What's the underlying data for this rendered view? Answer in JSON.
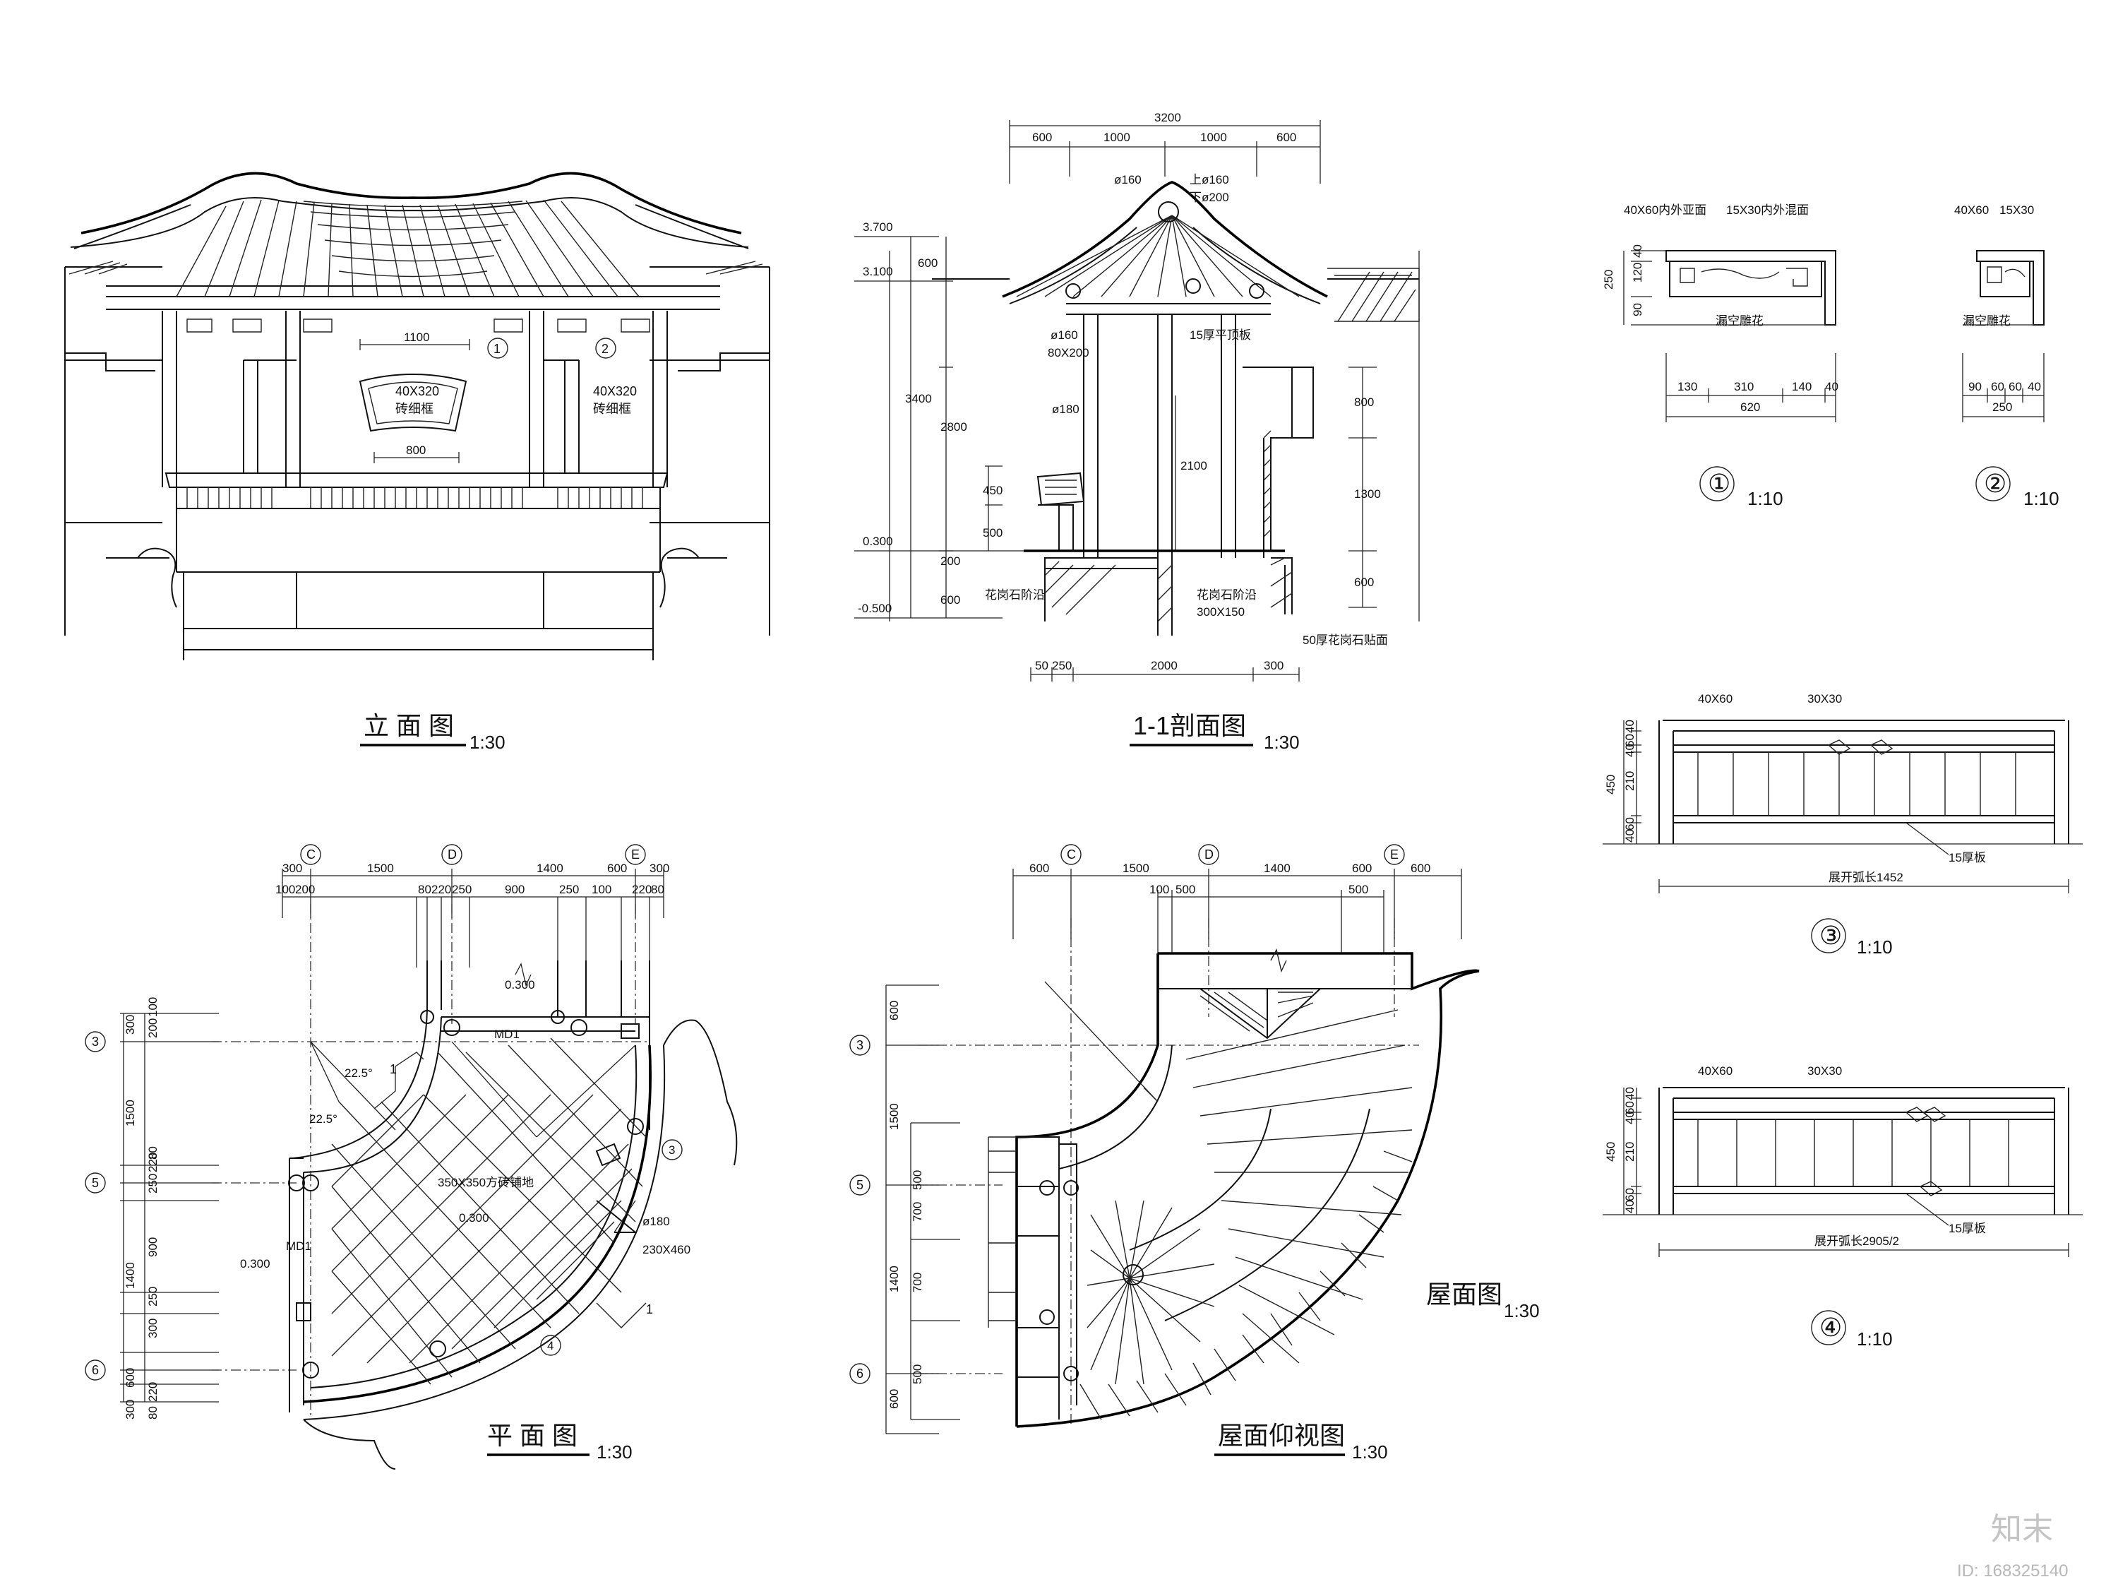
{
  "titles": {
    "elevation": "立 面 图",
    "section": "1-1剖面图",
    "plan": "平 面 图",
    "reflected_roof": "屋面仰视图",
    "roof": "屋面图"
  },
  "scales": {
    "elevation": "1:30",
    "section": "1:30",
    "plan": "1:30",
    "reflected_roof": "1:30",
    "roof": "1:30",
    "detail_1": "1:10",
    "detail_2": "1:10",
    "detail_3": "1:10",
    "detail_4": "1:10"
  },
  "detail_marks": {
    "d1": "①",
    "d2": "②",
    "d3": "③",
    "d4": "④"
  },
  "elevation": {
    "dims": [
      "1100",
      "800"
    ],
    "notes": [
      "40X320",
      "砖细框",
      "40X320",
      "砖细框"
    ],
    "callouts": [
      "1",
      "2"
    ]
  },
  "section": {
    "top_dims": [
      "3200",
      "600",
      "1000",
      "1000",
      "600"
    ],
    "levels": [
      "3.700",
      "3.100",
      "0.300",
      "-0.500"
    ],
    "left_dims": [
      "600",
      "3400",
      "2800",
      "450",
      "500",
      "200",
      "600"
    ],
    "right_dims": [
      "800",
      "1300",
      "600",
      "2100"
    ],
    "bottom_dims": [
      "50",
      "250",
      "2000",
      "300"
    ],
    "notes": [
      "ø160",
      "上ø160",
      "下ø200",
      "15厚平顶板",
      "ø160",
      "80X200",
      "ø180",
      "花岗石阶沿",
      "花岗石阶沿",
      "300X150",
      "50厚花岗石贴面"
    ]
  },
  "detail1": {
    "notes": [
      "40X60内外亚面",
      "15X30内外混面",
      "漏空雕花"
    ],
    "vdims": [
      "250",
      "40",
      "120",
      "90"
    ],
    "hdims": [
      "130",
      "310",
      "140",
      "40",
      "620"
    ]
  },
  "detail2": {
    "notes": [
      "40X60",
      "15X30",
      "漏空雕花"
    ],
    "hdims": [
      "90",
      "60",
      "60",
      "40",
      "250"
    ]
  },
  "detail3": {
    "notes": [
      "40X60",
      "30X30",
      "15厚板",
      "展开弧长1452"
    ],
    "vdims": [
      "450",
      "40",
      "60",
      "40",
      "210",
      "60",
      "40"
    ]
  },
  "detail4": {
    "notes": [
      "40X60",
      "30X30",
      "15厚板",
      "展开弧长2905/2"
    ],
    "vdims": [
      "450",
      "40",
      "60",
      "40",
      "210",
      "60",
      "40"
    ]
  },
  "plan": {
    "axes": [
      "C",
      "D",
      "E",
      "3",
      "5",
      "6"
    ],
    "top_dims": [
      "300",
      "1500",
      "1400",
      "600",
      "300"
    ],
    "top_sub": [
      "100",
      "200",
      "80",
      "220",
      "250",
      "900",
      "250",
      "100",
      "220",
      "80"
    ],
    "left_dims": [
      "300",
      "1500",
      "1400",
      "600",
      "300"
    ],
    "left_sub": [
      "200",
      "100",
      "250",
      "220",
      "80",
      "900",
      "300",
      "250",
      "80",
      "220"
    ],
    "notes": [
      "0.300",
      "MD1",
      "22.5°",
      "22.5°",
      "1",
      "350X350方砖铺地",
      "0.300",
      "ø180",
      "230X460",
      "MD1",
      "0.300",
      "1"
    ],
    "callouts": [
      "3",
      "4"
    ]
  },
  "reflected": {
    "axes": [
      "C",
      "D",
      "E",
      "3",
      "5",
      "6"
    ],
    "top_dims": [
      "600",
      "1500",
      "1400",
      "600",
      "600"
    ],
    "top_sub": [
      "100",
      "500",
      "500"
    ],
    "left_dims": [
      "600",
      "1500",
      "1400",
      "600"
    ],
    "left_sub": [
      "500",
      "700",
      "700",
      "500"
    ]
  },
  "watermark": {
    "logo": "知末",
    "id": "ID: 168325140"
  }
}
